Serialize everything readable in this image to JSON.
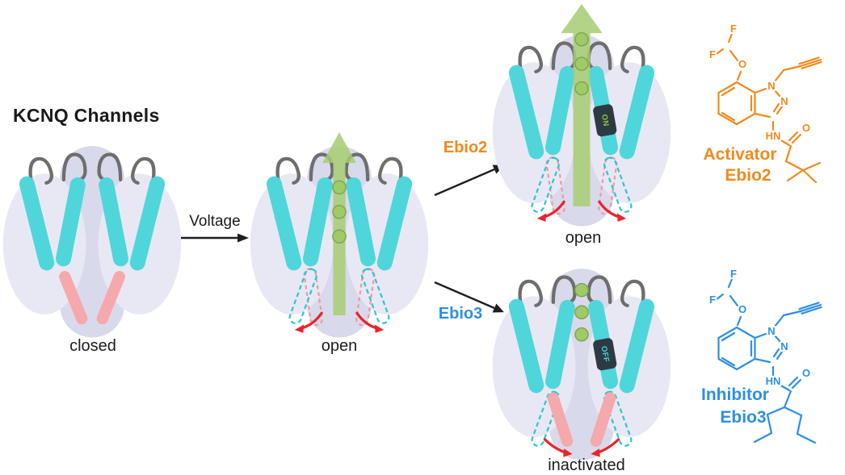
{
  "title": "KCNQ Channels",
  "states": {
    "closed": "closed",
    "open": "open",
    "open_drug": "open",
    "inactivated": "inactivated"
  },
  "transitions": {
    "voltage": "Voltage",
    "ebio2": "Ebio2",
    "ebio3": "Ebio3"
  },
  "compounds": {
    "activator": {
      "role": "Activator",
      "name": "Ebio2"
    },
    "inhibitor": {
      "role": "Inhibitor",
      "name": "Ebio3"
    }
  },
  "band_labels": {
    "on": "ON",
    "off": "OFF"
  },
  "molecule_labels": {
    "F": "F",
    "O": "O",
    "N": "N",
    "HN": "HN"
  },
  "colors": {
    "blob_light": "#E8E8F5",
    "blob_dark": "#D9D9EC",
    "helix": "#4FD6DB",
    "loop": "#6E6E6E",
    "gate_pink": "#F5A9AC",
    "gate_pink_dash": "#F29AA0",
    "gate_open_dash": "#2FC8CF",
    "flow_green": "#A6CD72",
    "ion_fill": "#A0C968",
    "ion_stroke": "#7CAA4E",
    "red_arrow": "#E8252B",
    "band_bg": "#2E3A43",
    "band_on": "#8DC63F",
    "band_off": "#3FD8DF",
    "accent_orange": "#F08A1E",
    "accent_blue": "#2D8FE2",
    "arrow_black": "#1E1E1E",
    "text_dark": "#1C1C1C"
  }
}
